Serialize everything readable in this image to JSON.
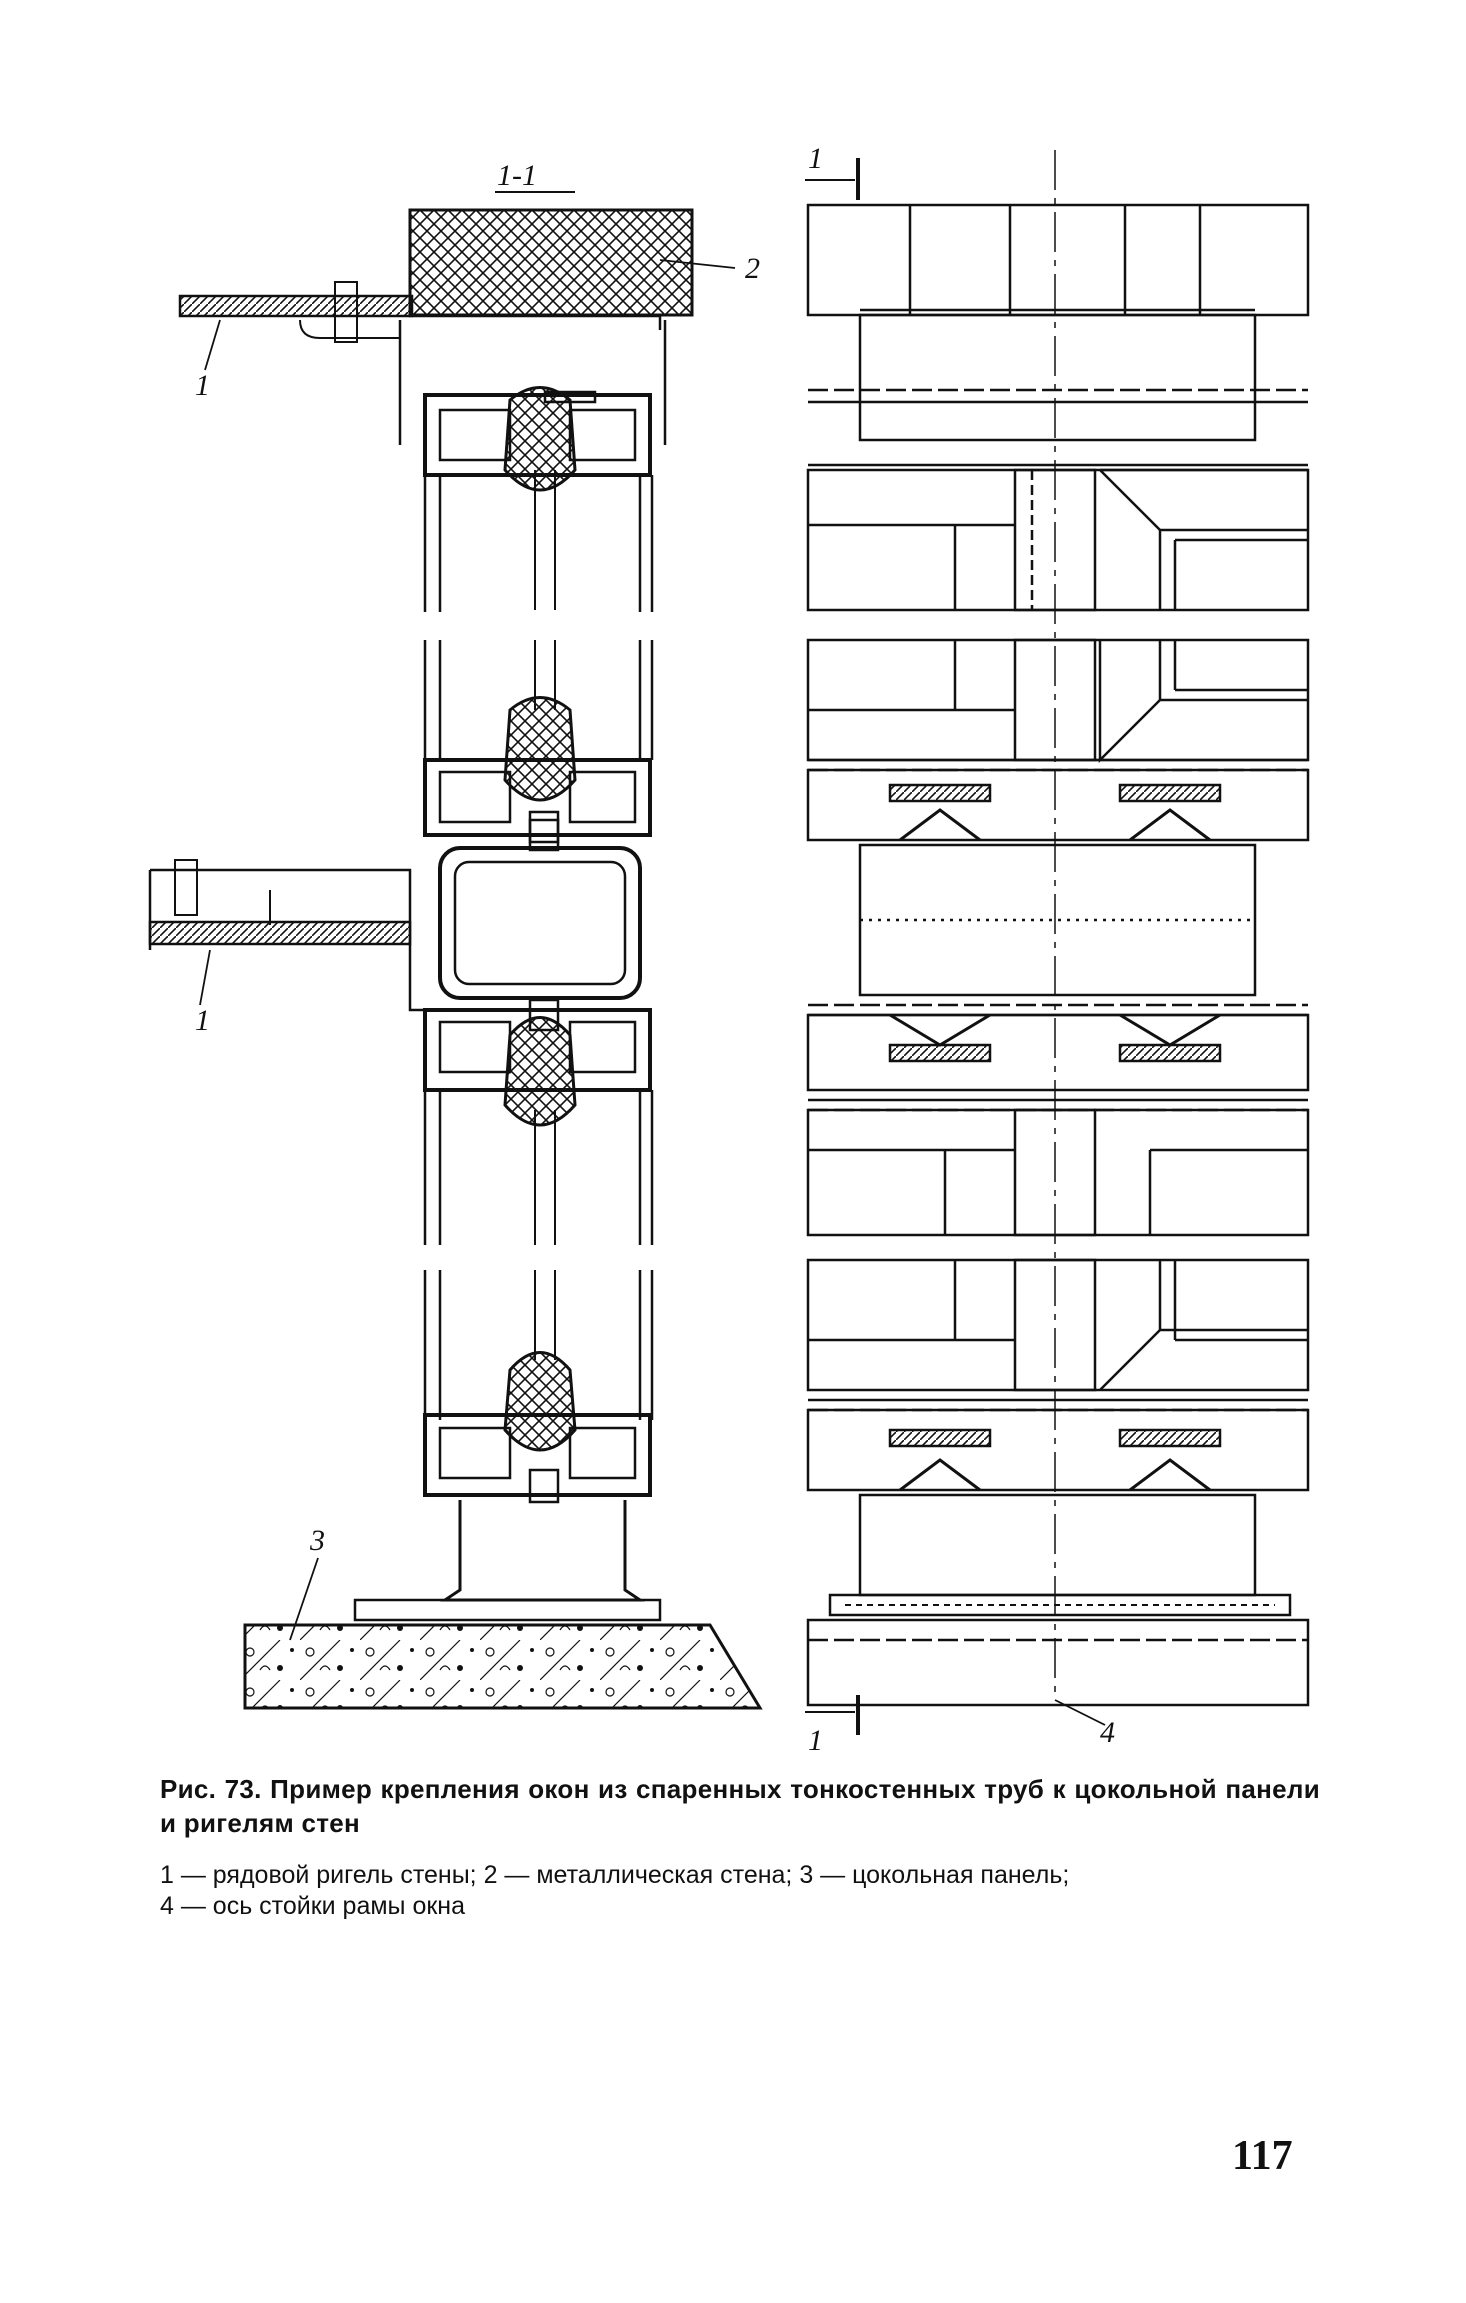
{
  "figure": {
    "section_label": "1-1",
    "labels": {
      "ригель_верх": "1",
      "ригель_середина": "1",
      "стена": "2",
      "цокольная_панель": "3",
      "ось": "4",
      "сечение_верх": "1",
      "сечение_низ": "1"
    }
  },
  "caption": {
    "title": "Рис. 73. Пример крепления окон из спаренных тонкостенных труб к цокольной панели и ригелям стен",
    "legend_line1": "1 — рядовой ригель стены; 2 — металлическая стена; 3 — цокольная панель;",
    "legend_line2": "4 — ось стойки рамы окна"
  },
  "page_number": "117"
}
